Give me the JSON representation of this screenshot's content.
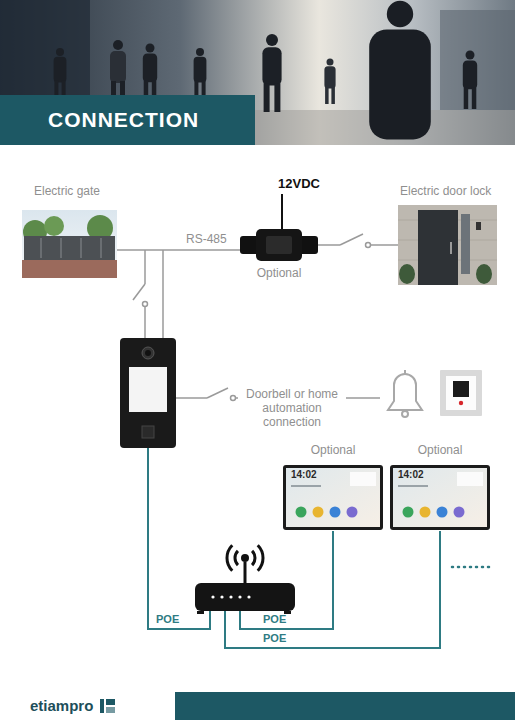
{
  "diagram": {
    "title": "CONNECTION",
    "nodes": [
      {
        "text": [
          "Electric gate"
        ]
      },
      {
        "text": [
          "Electric door lock"
        ]
      },
      {
        "text": [
          "Optional"
        ]
      },
      {
        "text": [
          "Optional",
          "14:02"
        ]
      },
      {
        "text": [
          "Optional",
          "14:02"
        ]
      }
    ],
    "edges": [
      {
        "from": 2,
        "to": 1,
        "arrow": "none"
      }
    ],
    "labels": [
      "12VDC",
      "RS-485",
      "Doorbell or home automation connection",
      "POE",
      "POE",
      "POE",
      "etiampro"
    ]
  }
}
